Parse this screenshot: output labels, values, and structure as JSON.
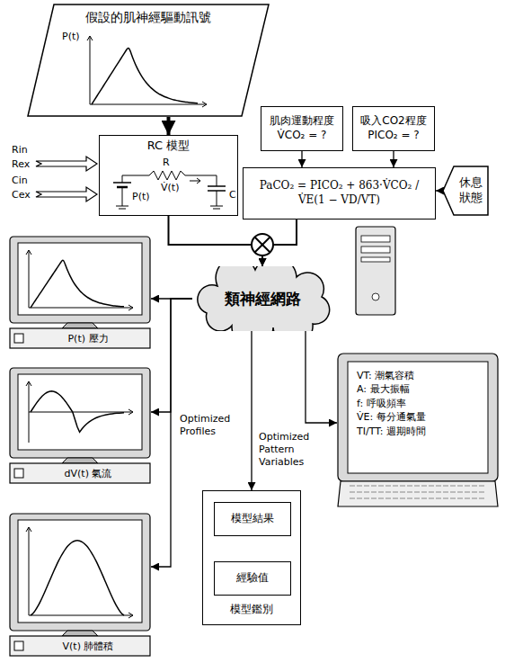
{
  "diagram": {
    "nodes": [
      {
        "text": [
          "假設的肌神經驅動訊號"
        ]
      },
      {
        "text": [
          "RC 模型"
        ]
      },
      {
        "text": [
          "肌肉運動程度",
          "V̇CO₂ = ?"
        ]
      },
      {
        "text": [
          "吸入CO2程度",
          "PICO₂ = ?"
        ]
      },
      {
        "text": [
          "PaCO₂ = PICO₂ + 863·V̇CO₂ / V̇E(1 − VD/VT)"
        ]
      },
      {
        "text": [
          "休息狀態"
        ]
      },
      {
        "text": [
          "類神經網路"
        ]
      },
      {
        "text": [
          "P(t) 壓力"
        ]
      },
      {
        "text": [
          "dV(t) 氣流"
        ]
      },
      {
        "text": [
          "V(t) 肺體積"
        ]
      },
      {
        "text": [
          "VT: 潮氣容積",
          "A: 最大振幅",
          "f: 呼吸頻率",
          "V̇E: 每分通氣量",
          "TI/TT: 週期時間"
        ]
      },
      {
        "text": [
          "模型鑑別"
        ]
      },
      {
        "text": [
          "模型結果"
        ],
        "in": 11
      },
      {
        "text": [
          "經驗值"
        ],
        "in": 11
      }
    ],
    "edges": [
      {
        "from": 0,
        "to": 1,
        "arrow": "to"
      },
      {
        "from": 2,
        "to": 4,
        "arrow": "to"
      },
      {
        "from": 3,
        "to": 4,
        "arrow": "to"
      },
      {
        "from": 5,
        "to": 4,
        "arrow": "to"
      },
      {
        "from": 1,
        "to": 6,
        "arrow": "to"
      },
      {
        "from": 4,
        "to": 6,
        "arrow": "to"
      },
      {
        "from": 6,
        "to": 7,
        "arrow": "to"
      },
      {
        "from": 6,
        "to": 8,
        "arrow": "to"
      },
      {
        "from": 6,
        "to": 9,
        "arrow": "to"
      },
      {
        "from": 6,
        "to": 10,
        "label": "Optimized Pattern Variables",
        "arrow": "to"
      },
      {
        "from": 6,
        "to": 11,
        "label": "Optimized Profiles",
        "arrow": "to"
      },
      {
        "from": 12,
        "to": 13,
        "arrow": "both"
      }
    ],
    "labels": [
      "P(t)",
      "Rin",
      "Rex",
      "Cin",
      "Cex",
      "P(t)",
      "R",
      "V̇(t)",
      "C"
    ]
  }
}
